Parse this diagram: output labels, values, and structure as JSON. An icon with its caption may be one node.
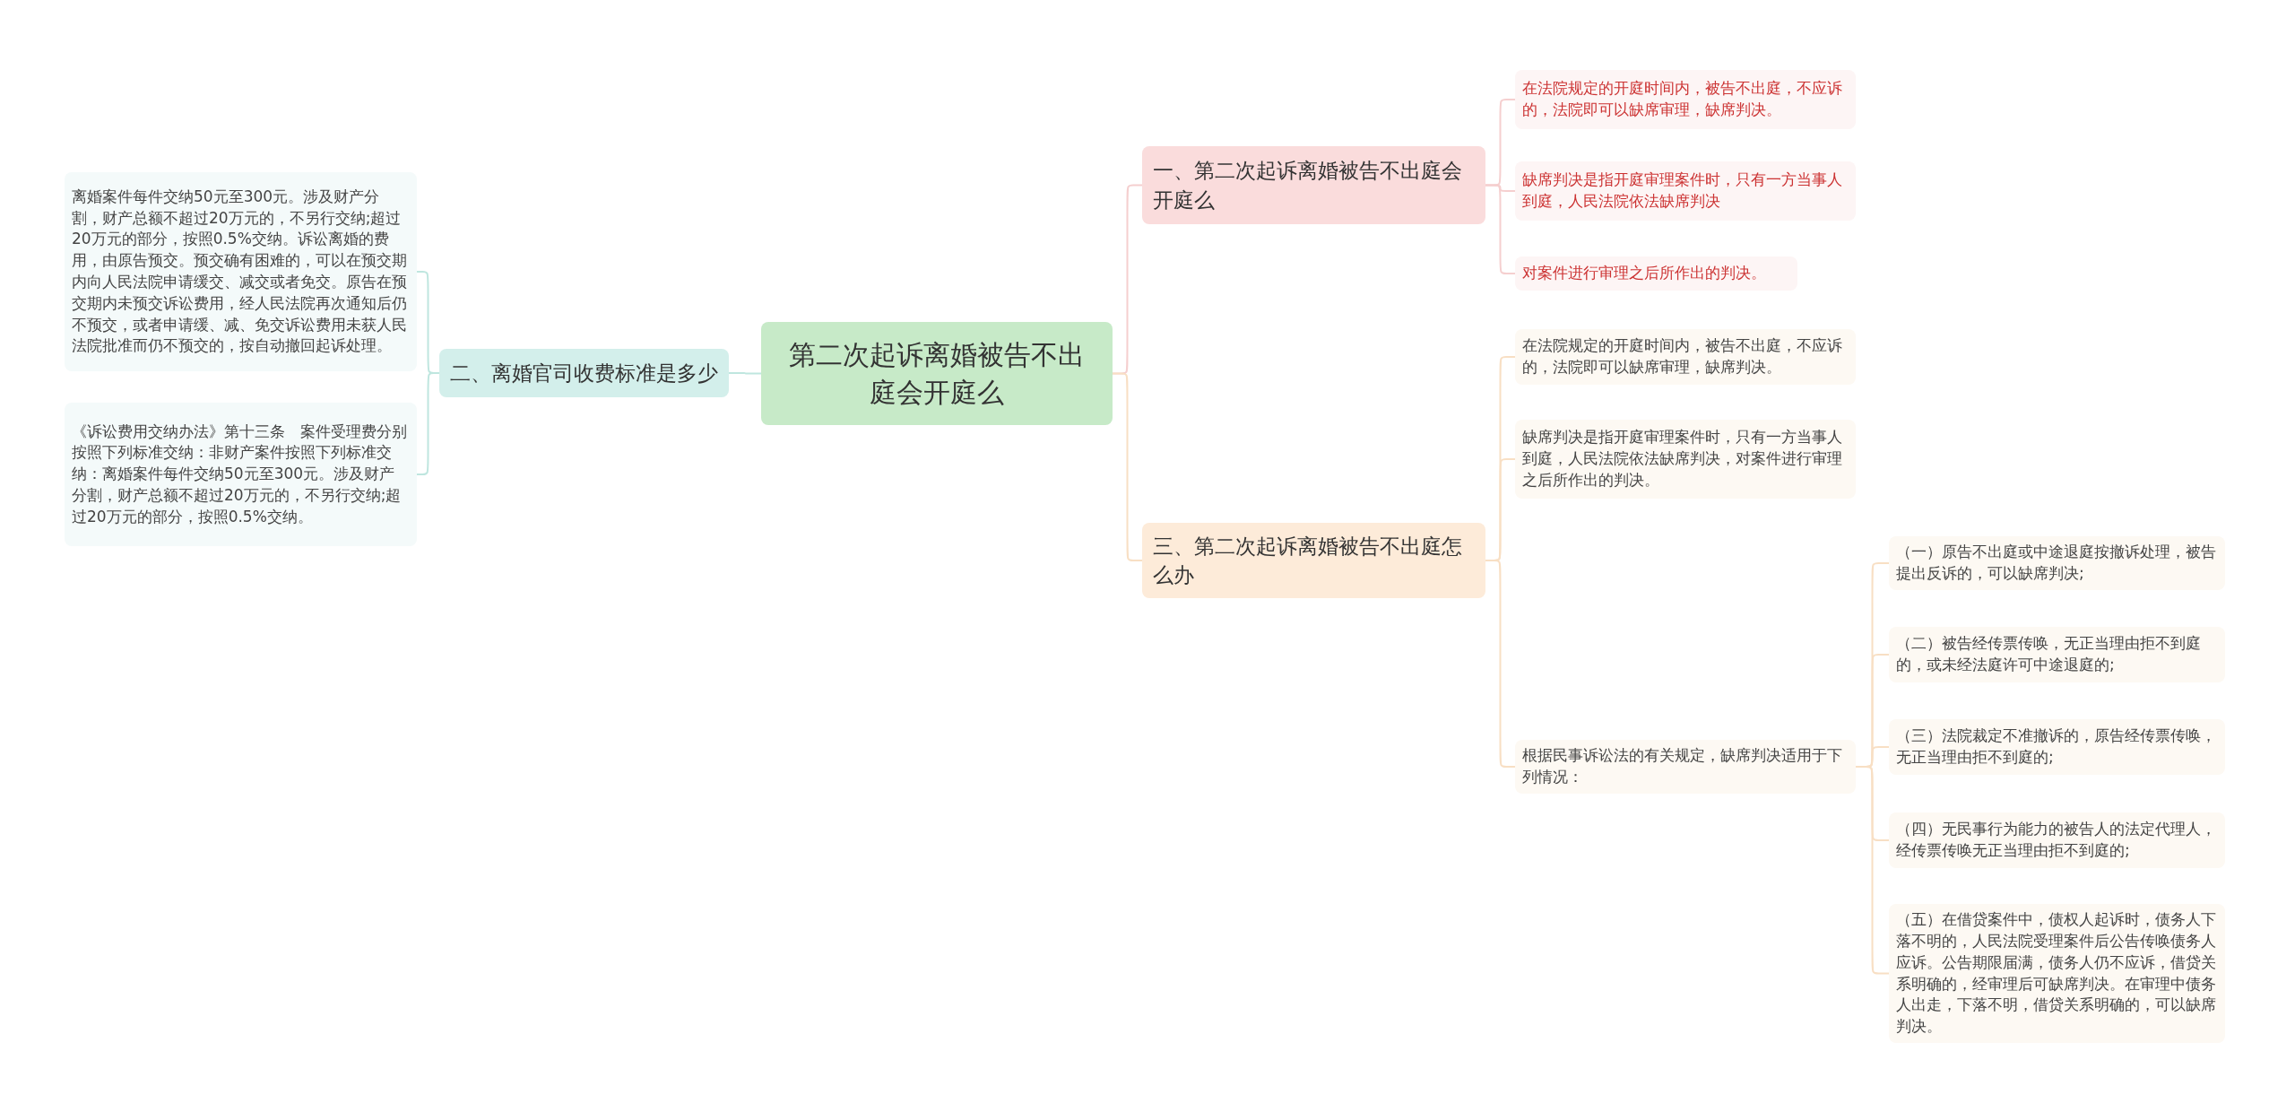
{
  "diagram": {
    "nodes": [
      {
        "text": [
          "第二次起诉离婚被告不出庭会开庭么"
        ]
      },
      {
        "text": [
          "一、第二次起诉离婚被告不出庭会开庭么"
        ]
      },
      {
        "text": [
          "在法院规定的开庭时间内，被告不出庭，不应诉的，法院即可以缺席审理，缺席判决。"
        ]
      },
      {
        "text": [
          "缺席判决是指开庭审理案件时，只有一方当事人到庭，人民法院依法缺席判决"
        ]
      },
      {
        "text": [
          "对案件进行审理之后所作出的判决。"
        ]
      },
      {
        "text": [
          "二、离婚官司收费标准是多少"
        ]
      },
      {
        "text": [
          "离婚案件每件交纳50元至300元。涉及财产分割，财产总额不超过20万元的，不另行交纳;超过20万元的部分，按照0.5%交纳。诉讼离婚的费用，由原告预交。预交确有困难的，可以在预交期内向人民法院申请缓交、减交或者免交。原告在预交期内未预交诉讼费用，经人民法院再次通知后仍不预交，或者申请缓、减、免交诉讼费用未获人民法院批准而仍不预交的，按自动撤回起诉处理。"
        ]
      },
      {
        "text": [
          "《诉讼费用交纳办法》第十三条　案件受理费分别按照下列标准交纳：非财产案件按照下列标准交纳：离婚案件每件交纳50元至300元。涉及财产分割，财产总额不超过20万元的，不另行交纳;超过20万元的部分，按照0.5%交纳。"
        ]
      },
      {
        "text": [
          "三、第二次起诉离婚被告不出庭怎么办"
        ]
      },
      {
        "text": [
          "在法院规定的开庭时间内，被告不出庭，不应诉的，法院即可以缺席审理，缺席判决。"
        ]
      },
      {
        "text": [
          "缺席判决是指开庭审理案件时，只有一方当事人到庭，人民法院依法缺席判决，对案件进行审理之后所作出的判决。"
        ]
      },
      {
        "text": [
          "根据民事诉讼法的有关规定，缺席判决适用于下列情况："
        ]
      },
      {
        "text": [
          "（一）原告不出庭或中途退庭按撤诉处理，被告提出反诉的，可以缺席判决;"
        ]
      },
      {
        "text": [
          "（二）被告经传票传唤，无正当理由拒不到庭的，或未经法庭许可中途退庭的;"
        ]
      },
      {
        "text": [
          "（三）法院裁定不准撤诉的，原告经传票传唤，无正当理由拒不到庭的;"
        ]
      },
      {
        "text": [
          "（四）无民事行为能力的被告人的法定代理人，经传票传唤无正当理由拒不到庭的;"
        ]
      },
      {
        "text": [
          "（五）在借贷案件中，债权人起诉时，债务人下落不明的，人民法院受理案件后公告传唤债务人应诉。公告期限届满，债务人仍不应诉，借贷关系明确的，经审理后可缺席判决。在审理中债务人出走，下落不明，借贷关系明确的，可以缺席判决。"
        ]
      }
    ],
    "edges": [
      {
        "from": 0,
        "to": 1,
        "arrow": "none",
        "color": "#f5cfcf"
      },
      {
        "from": 1,
        "to": 2,
        "arrow": "none",
        "color": "#f5cfcf"
      },
      {
        "from": 1,
        "to": 3,
        "arrow": "none",
        "color": "#f5cfcf"
      },
      {
        "from": 1,
        "to": 4,
        "arrow": "none",
        "color": "#f5cfcf"
      },
      {
        "from": 0,
        "to": 5,
        "arrow": "none",
        "color": "#bfe6df"
      },
      {
        "from": 5,
        "to": 6,
        "arrow": "none",
        "color": "#bfe6df"
      },
      {
        "from": 5,
        "to": 7,
        "arrow": "none",
        "color": "#bfe6df"
      },
      {
        "from": 0,
        "to": 8,
        "arrow": "none"
      },
      {
        "from": 8,
        "to": 9,
        "arrow": "none"
      },
      {
        "from": 8,
        "to": 10,
        "arrow": "none"
      },
      {
        "from": 8,
        "to": 11,
        "arrow": "none"
      },
      {
        "from": 11,
        "to": 12,
        "arrow": "none"
      },
      {
        "from": 11,
        "to": 13,
        "arrow": "none"
      },
      {
        "from": 11,
        "to": 14,
        "arrow": "none"
      },
      {
        "from": 11,
        "to": 15,
        "arrow": "none"
      },
      {
        "from": 11,
        "to": 16,
        "arrow": "none"
      }
    ]
  }
}
